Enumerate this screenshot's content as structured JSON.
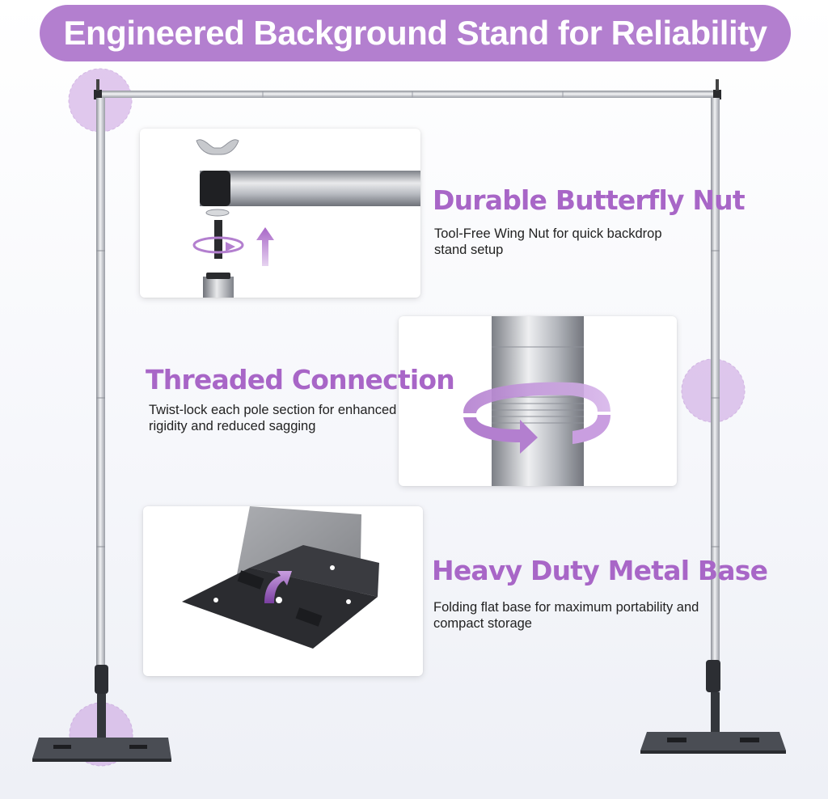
{
  "banner": {
    "title": "Engineered Background Stand for Reliability"
  },
  "features": [
    {
      "title": "Durable Butterfly Nut",
      "description": "Tool-Free Wing Nut for quick backdrop stand setup",
      "icon": "wing-nut-image"
    },
    {
      "title": "Threaded Connection",
      "description": "Twist-lock each pole section for enhanced rigidity and reduced sagging",
      "icon": "threaded-pole-image"
    },
    {
      "title": "Heavy Duty Metal Base",
      "description": "Folding flat base for maximum portability and compact storage",
      "icon": "folding-base-image"
    }
  ],
  "colors": {
    "accent": "#b37fcf",
    "title": "#a866c7",
    "highlight": "#c99ee0",
    "steel": "#c9ccd2",
    "base": "#3a3d43"
  }
}
